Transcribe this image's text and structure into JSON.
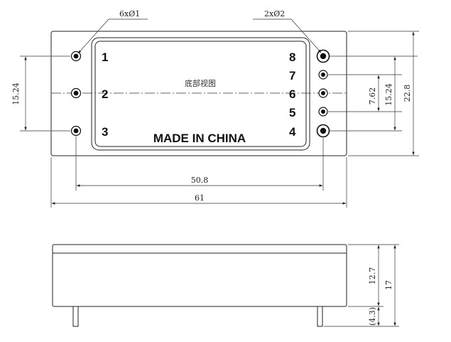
{
  "annotations": {
    "small_hole_callout": "6xØ1",
    "large_hole_callout": "2xØ2",
    "view_label": "底部视图",
    "marking": "MADE IN CHINA"
  },
  "pins": {
    "left": [
      "1",
      "2",
      "3"
    ],
    "right": [
      "8",
      "7",
      "6",
      "5",
      "4"
    ]
  },
  "dimensions": {
    "left_pin_span": "15.24",
    "pin_pitch_right_inner": "7.62",
    "right_pin_span": "15.24",
    "body_height": "22.8",
    "pin_row_spacing": "50.8",
    "body_length": "61",
    "case_height": "12.7",
    "overall_height": "17",
    "pin_length": "(4.3)"
  }
}
